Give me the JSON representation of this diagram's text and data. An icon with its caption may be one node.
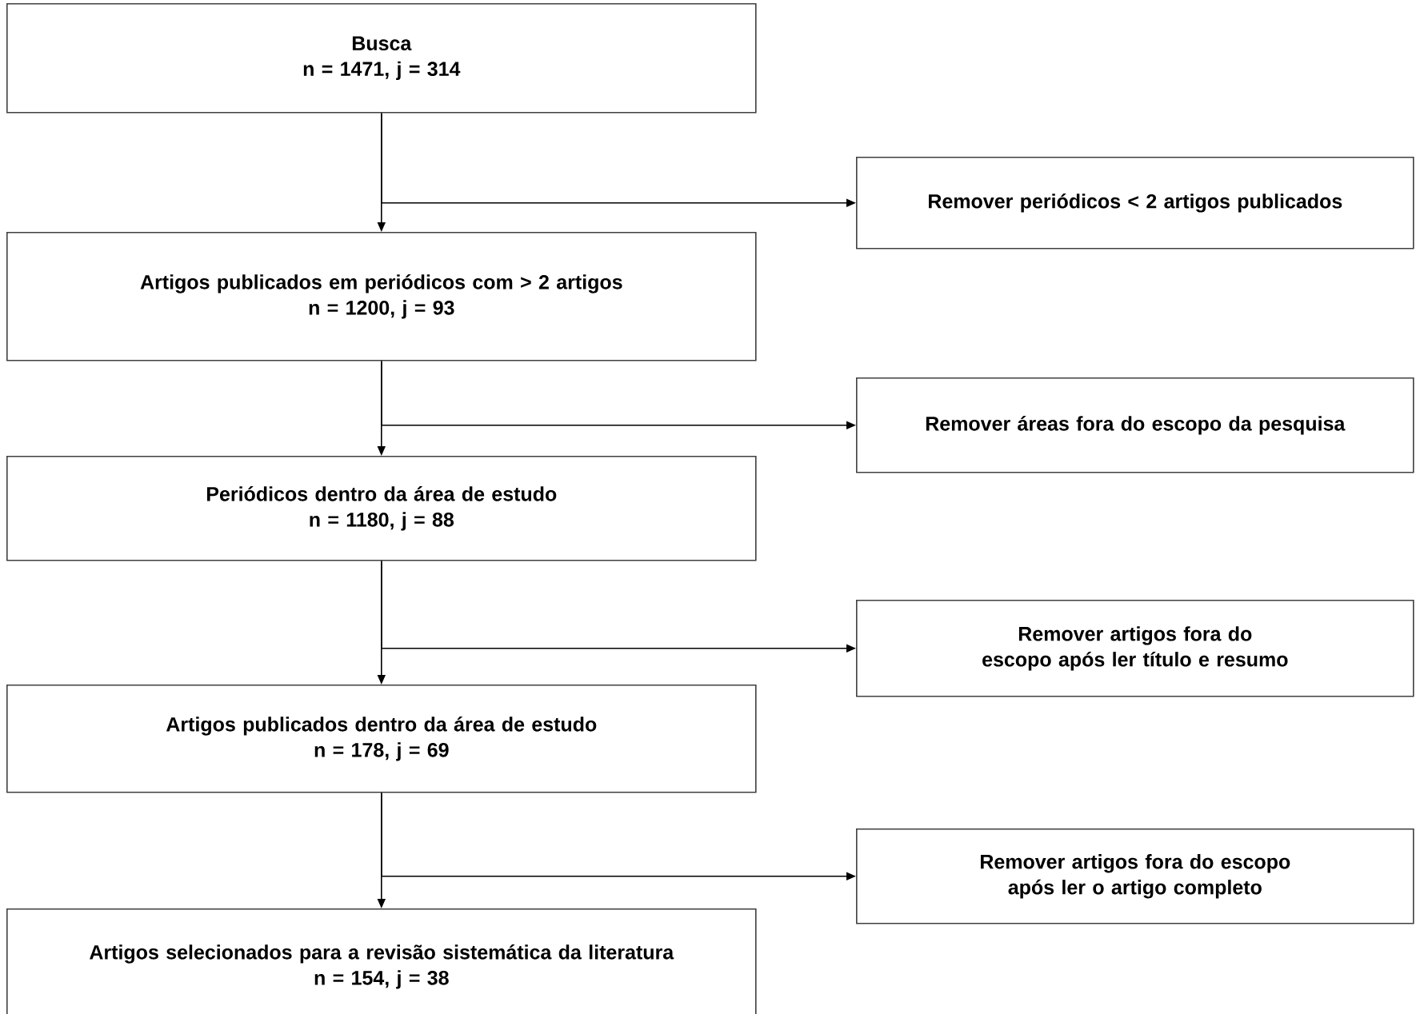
{
  "diagram": {
    "nodes": [
      {
        "text": [
          "Busca",
          "n = 1471, j = 314"
        ]
      },
      {
        "text": [
          "Remover periódicos < 2 artigos publicados"
        ]
      },
      {
        "text": [
          "Artigos publicados em periódicos com > 2 artigos",
          "n = 1200, j = 93"
        ]
      },
      {
        "text": [
          "Remover áreas fora do escopo da pesquisa"
        ]
      },
      {
        "text": [
          "Periódicos dentro da área de estudo",
          "n = 1180, j = 88"
        ]
      },
      {
        "text": [
          "Remover artigos fora do escopo após ler título e resumo"
        ]
      },
      {
        "text": [
          "Artigos publicados dentro da área de estudo",
          "n = 178, j = 69"
        ]
      },
      {
        "text": [
          "Remover artigos fora do escopo após ler o artigo completo"
        ]
      },
      {
        "text": [
          "Artigos selecionados para a revisão sistemática da literatura",
          "n = 154, j = 38"
        ]
      }
    ],
    "edges": [
      {
        "from": 0,
        "to": 1,
        "arrow": "to"
      },
      {
        "from": 0,
        "to": 2,
        "arrow": "to"
      },
      {
        "from": 2,
        "to": 3,
        "arrow": "to"
      },
      {
        "from": 2,
        "to": 4,
        "arrow": "to"
      },
      {
        "from": 4,
        "to": 5,
        "arrow": "to"
      },
      {
        "from": 4,
        "to": 6,
        "arrow": "to"
      },
      {
        "from": 6,
        "to": 7,
        "arrow": "to"
      },
      {
        "from": 6,
        "to": 8,
        "arrow": "to"
      }
    ]
  }
}
